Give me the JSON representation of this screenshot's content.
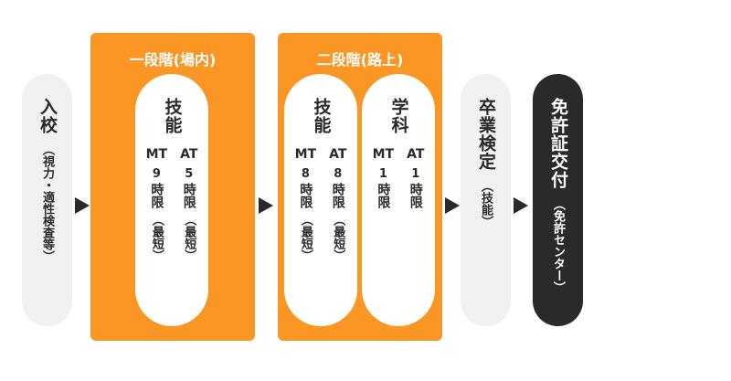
{
  "entry": {
    "title": "入校",
    "note": "（視力・適性検査等）"
  },
  "stage1": {
    "title": "一段階(場内)",
    "cards": [
      {
        "title": "技能",
        "cols": [
          {
            "h": "MT",
            "n": "9",
            "u": "時限",
            "p": "（最短）"
          },
          {
            "h": "AT",
            "n": "5",
            "u": "時限",
            "p": "（最短）"
          }
        ]
      }
    ]
  },
  "stage2": {
    "title": "二段階(路上)",
    "cards": [
      {
        "title": "技能",
        "cols": [
          {
            "h": "MT",
            "n": "8",
            "u": "時限",
            "p": "（最短）"
          },
          {
            "h": "AT",
            "n": "8",
            "u": "時限",
            "p": "（最短）"
          }
        ]
      },
      {
        "title": "学科",
        "cols": [
          {
            "h": "MT",
            "n": "1",
            "u": "時限"
          },
          {
            "h": "AT",
            "n": "1",
            "u": "時限"
          }
        ]
      }
    ]
  },
  "graduation": {
    "title": "卒業検定",
    "note": "（技能）"
  },
  "license": {
    "title": "免許証交付",
    "note": "（免許センター）"
  },
  "colors": {
    "orange": "#f99624",
    "gray": "#f1f1f1",
    "dark": "#2a2a2a"
  }
}
